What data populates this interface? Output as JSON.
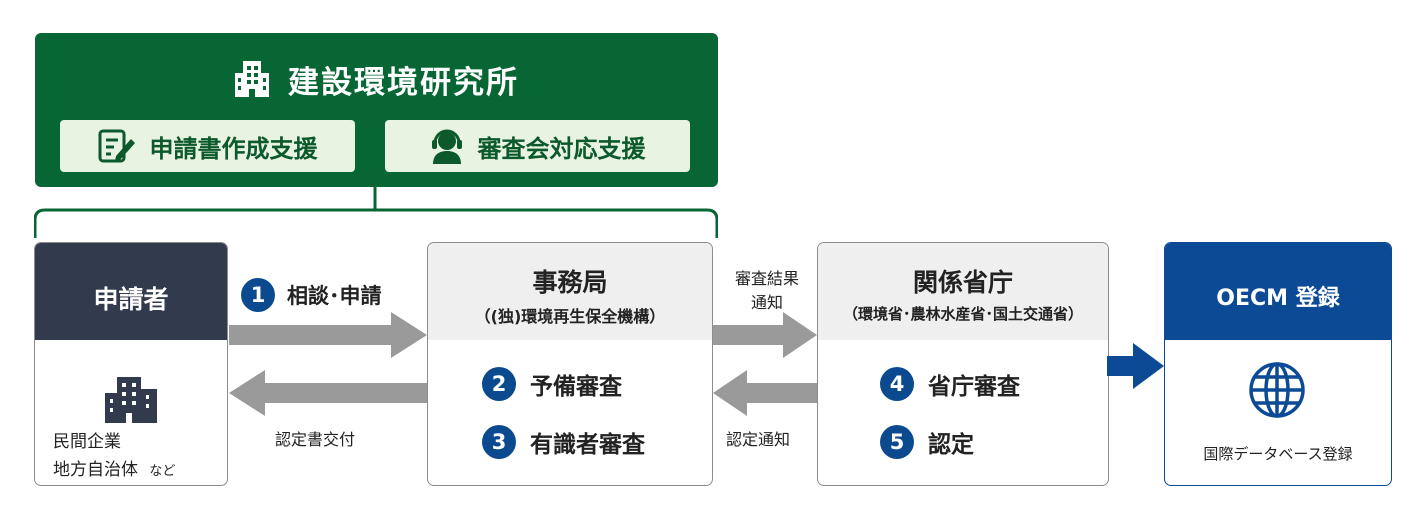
{
  "institute": {
    "title": "建設環境研究所",
    "support_items": [
      {
        "label": "申請書作成支援",
        "icon": "document-edit-icon"
      },
      {
        "label": "審査会対応支援",
        "icon": "headset-person-icon"
      }
    ]
  },
  "applicant": {
    "title": "申請者",
    "body_line1": "民間企業",
    "body_line2": "地方自治体",
    "body_suffix": "など"
  },
  "secretariat": {
    "title": "事務局",
    "subtitle": "（(独)環境再生保全機構）",
    "steps": [
      {
        "number": "2",
        "label": "予備審査"
      },
      {
        "number": "3",
        "label": "有識者審査"
      }
    ]
  },
  "ministry": {
    "title": "関係省庁",
    "subtitle": "（環境省･農林水産省･国土交通省）",
    "steps": [
      {
        "number": "4",
        "label": "省庁審査"
      },
      {
        "number": "5",
        "label": "認定"
      }
    ]
  },
  "oecm": {
    "title": "OECM 登録",
    "body": "国際データベース登録"
  },
  "flows": {
    "consult": {
      "number": "1",
      "label": "相談･申請"
    },
    "certificate": "認定書交付",
    "review_result_line1": "審査結果",
    "review_result_line2": "通知",
    "certification_notice": "認定通知"
  },
  "colors": {
    "institute_green": "#076633",
    "support_bg": "#e9f3e2",
    "applicant_navy": "#313b4d",
    "oecm_blue": "#0c4a96",
    "step_circle_blue": "#0b4a8f",
    "arrow_gray": "#9a9a9a"
  }
}
